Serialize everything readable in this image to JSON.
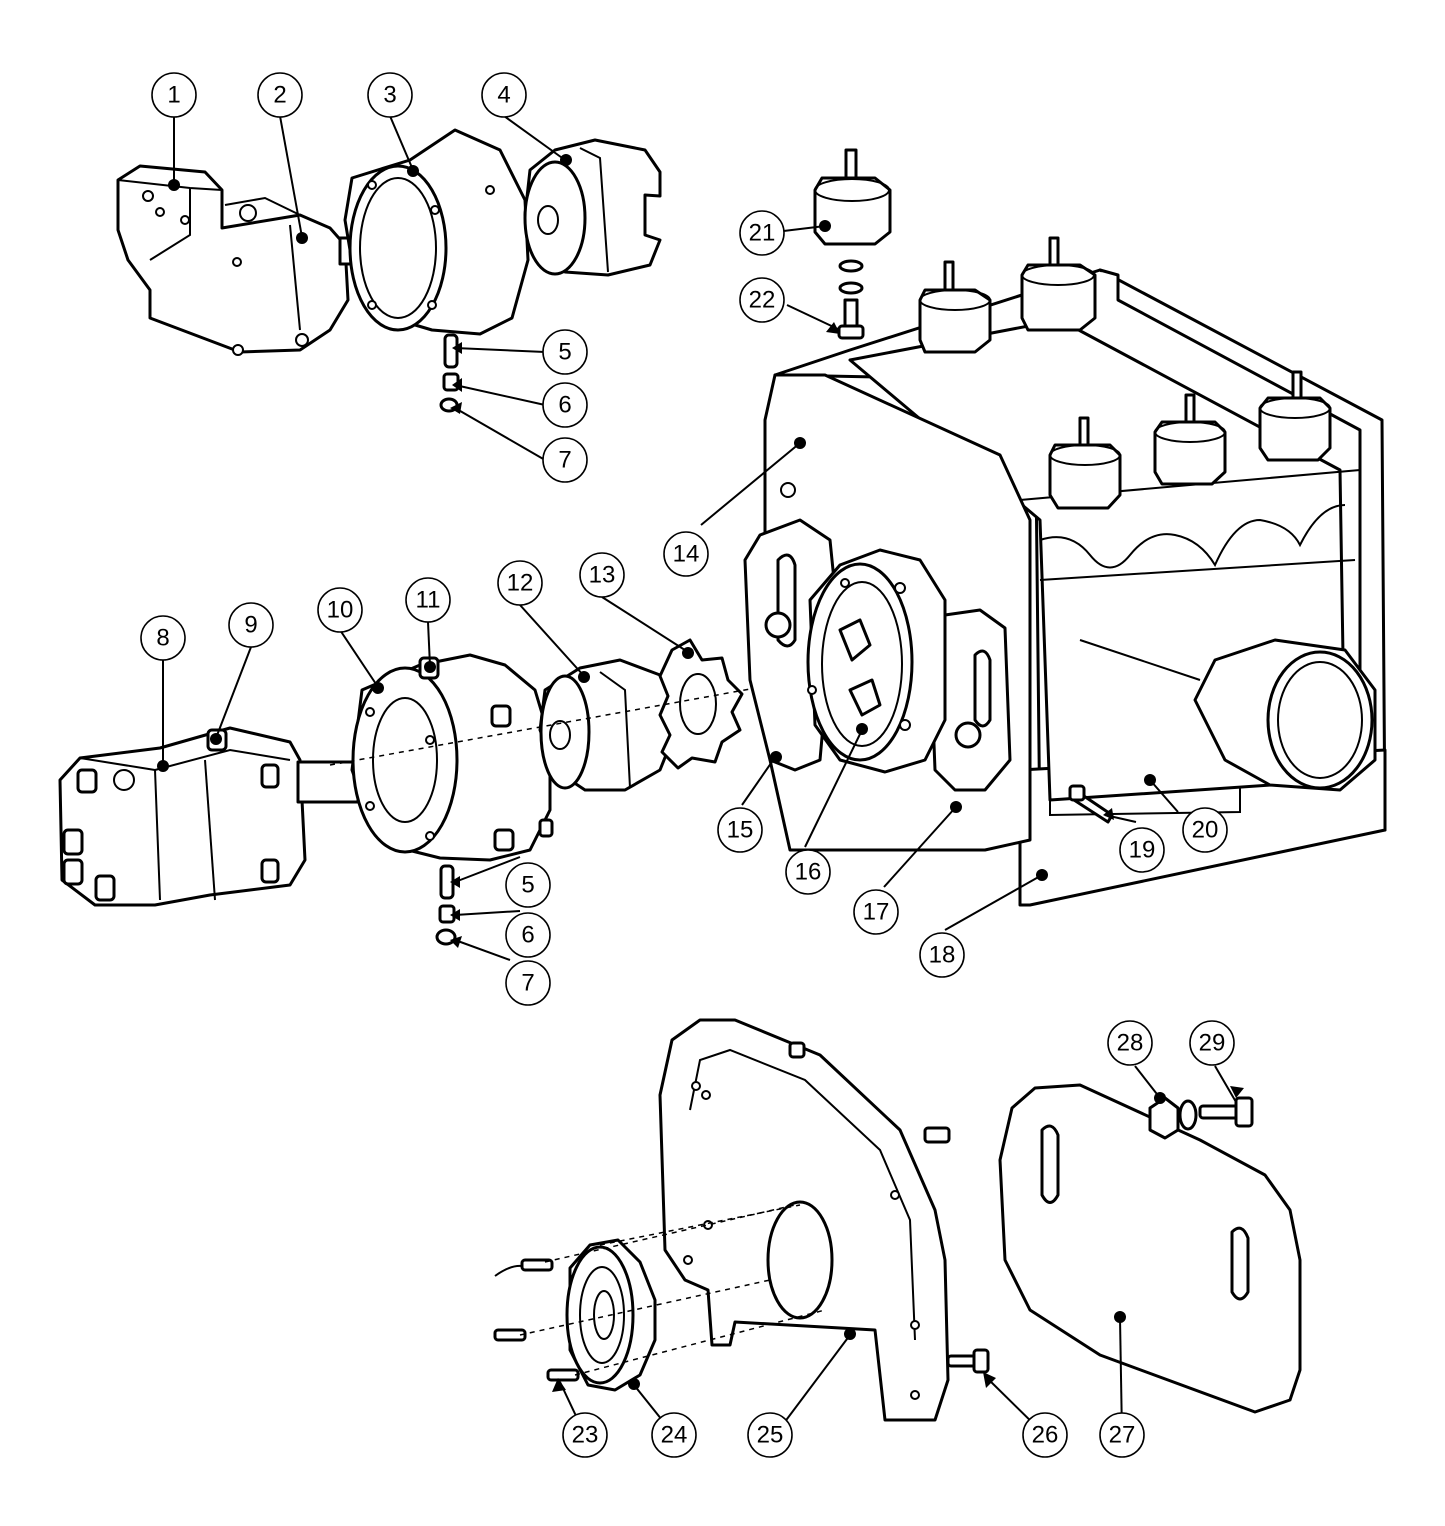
{
  "diagram": {
    "colors": {
      "line": "#000000",
      "fill": "#ffffff",
      "background": "#ffffff"
    },
    "callouts": [
      {
        "label": "1"
      },
      {
        "label": "2"
      },
      {
        "label": "3"
      },
      {
        "label": "4"
      },
      {
        "label": "5"
      },
      {
        "label": "6"
      },
      {
        "label": "7"
      },
      {
        "label": "8"
      },
      {
        "label": "9"
      },
      {
        "label": "10"
      },
      {
        "label": "11"
      },
      {
        "label": "12"
      },
      {
        "label": "13"
      },
      {
        "label": "14"
      },
      {
        "label": "15"
      },
      {
        "label": "16"
      },
      {
        "label": "17"
      },
      {
        "label": "18"
      },
      {
        "label": "19"
      },
      {
        "label": "20"
      },
      {
        "label": "21"
      },
      {
        "label": "22"
      },
      {
        "label": "5"
      },
      {
        "label": "6"
      },
      {
        "label": "7"
      },
      {
        "label": "23"
      },
      {
        "label": "24"
      },
      {
        "label": "25"
      },
      {
        "label": "26"
      },
      {
        "label": "27"
      },
      {
        "label": "28"
      },
      {
        "label": "29"
      }
    ]
  }
}
